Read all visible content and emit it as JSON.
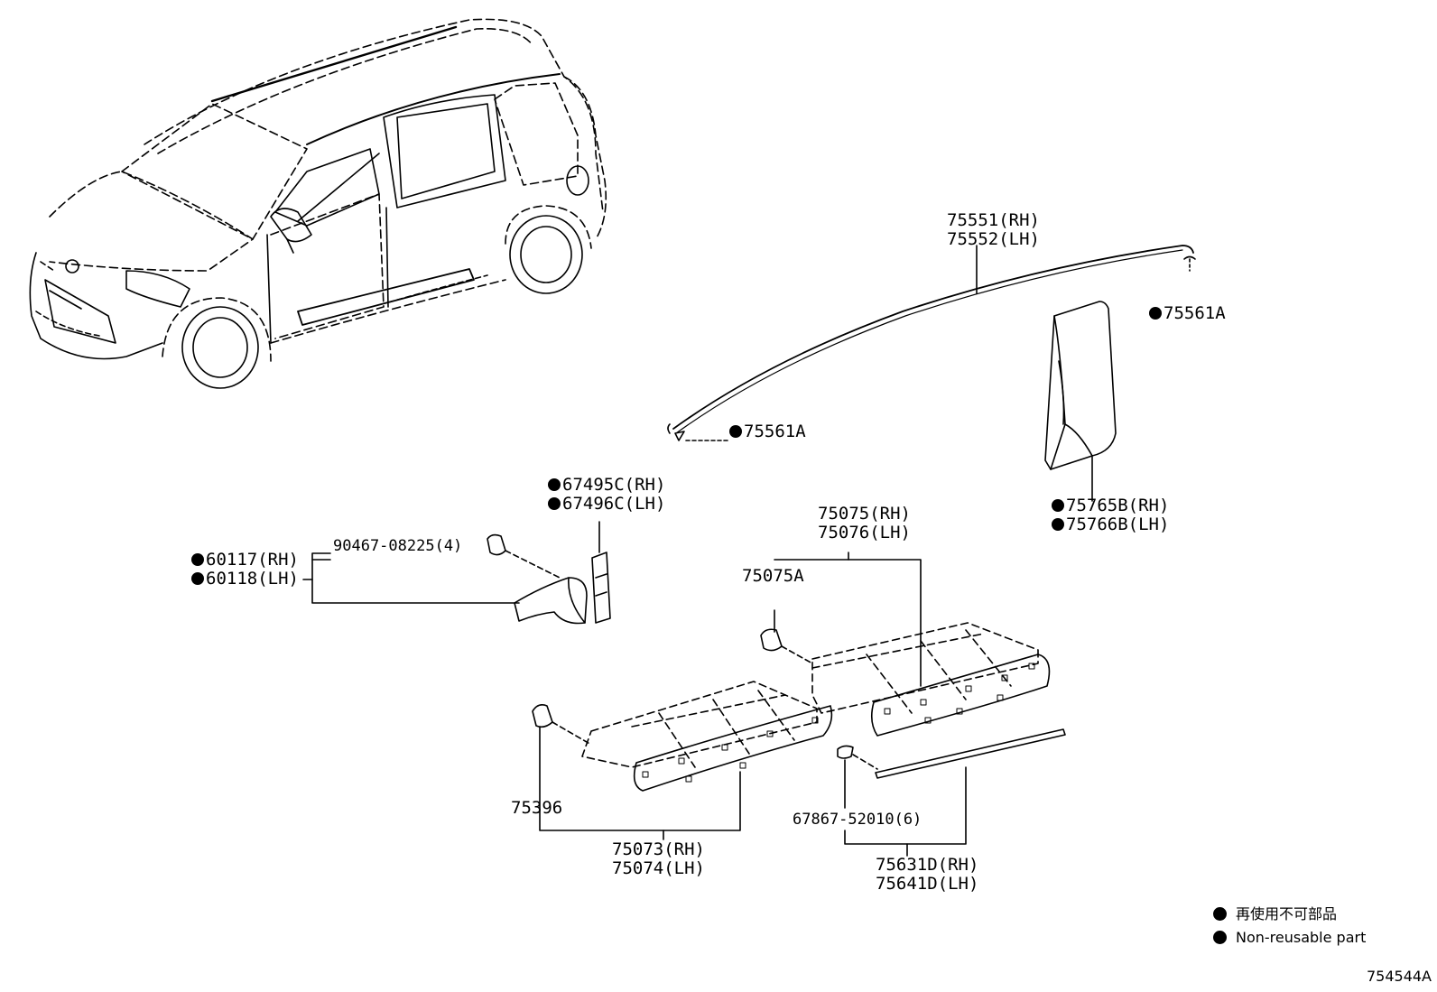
{
  "labels": {
    "p75551": "75551(RH)",
    "p75552": "75552(LH)",
    "p75561a_top": "75561A",
    "p75561a_mid": "75561A",
    "p67495c": "67495C(RH)",
    "p67496c": "67496C(LH)",
    "p75765b": "75765B(RH)",
    "p75766b": "75766B(LH)",
    "p75075": "75075(RH)",
    "p75076": "75076(LH)",
    "p75075a": "75075A",
    "p60117": "60117(RH)",
    "p60118": "60118(LH)",
    "p90467": "90467-08225(4)",
    "p75396": "75396",
    "p75073": "75073(RH)",
    "p75074": "75074(LH)",
    "p67867": "67867-52010(6)",
    "p75631d": "75631D(RH)",
    "p75641d": "75641D(LH)"
  },
  "legend": {
    "japanese": "再使用不可部品",
    "english": "Non-reusable part"
  },
  "reference_code": "754544A"
}
